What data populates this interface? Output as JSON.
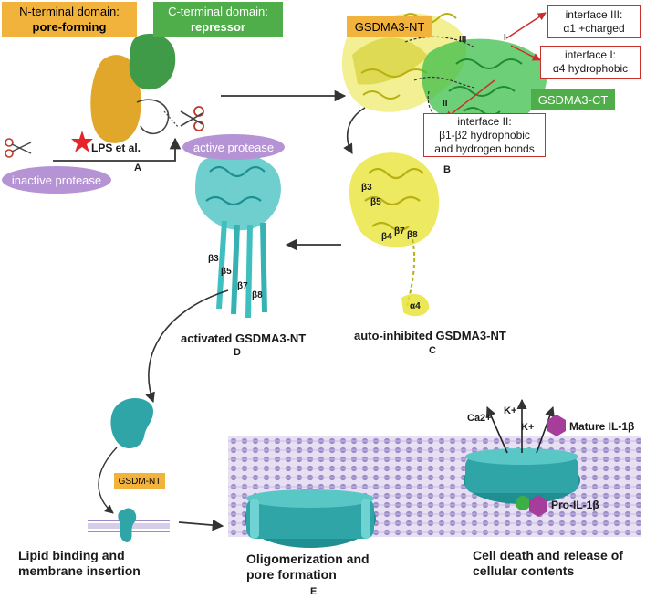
{
  "domains": {
    "n_terminal": {
      "line1": "N-terminal domain:",
      "line2": "pore-forming"
    },
    "c_terminal": {
      "line1": "C-terminal domain:",
      "line2": "repressor"
    }
  },
  "proteases": {
    "inactive": "inactive protease",
    "active": "active protease"
  },
  "trigger": {
    "label": "LPS et al."
  },
  "panel_letters": {
    "a": "A",
    "b": "B",
    "c": "C",
    "d": "D",
    "e": "E"
  },
  "structure_b": {
    "nt_label": "GSDMA3-NT",
    "ct_label": "GSDMA3-CT",
    "roman_labels": [
      "III",
      "I",
      "II"
    ],
    "interfaces": {
      "iii": {
        "line1": "interface III:",
        "line2": "α1 +charged"
      },
      "i": {
        "line1": "interface I:",
        "line2": "α4 hydrophobic"
      },
      "ii": {
        "line1": "interface II:",
        "line2": "β1-β2 hydrophobic",
        "line3": "and hydrogen bonds"
      }
    }
  },
  "structure_c": {
    "strands": [
      "β3",
      "β5",
      "β7",
      "β4",
      "β8",
      "α4"
    ],
    "caption": "auto-inhibited GSDMA3-NT"
  },
  "structure_d": {
    "strands": [
      "β3",
      "β5",
      "β7",
      "β8"
    ],
    "caption": "activated  GSDMA3-NT"
  },
  "panel_e": {
    "gsdm_nt_label": "GSDM-NT",
    "step1": {
      "line1": "Lipid binding and",
      "line2": "membrane insertion"
    },
    "step2": {
      "line1": "Oligomerization and",
      "line2": "pore formation"
    },
    "step3": {
      "line1": "Cell death and release of",
      "line2": "cellular contents"
    },
    "ions": {
      "ca": "Ca2+",
      "k1": "K+",
      "k2": "K+"
    },
    "mature_il": "Mature IL-1β",
    "pro_il": "Pro-IL-1β"
  },
  "colors": {
    "nt_domain": "#f2b33d",
    "ct_domain": "#4fae4a",
    "protease": "#b593d4",
    "interface_border": "#c9302c",
    "helix_yellow": "#e8e33a",
    "helix_cyan": "#3fbfbf",
    "gsdm_teal": "#2fa5a8",
    "il1b_magenta": "#a63d9a",
    "membrane_head": "#9c8ac9"
  }
}
